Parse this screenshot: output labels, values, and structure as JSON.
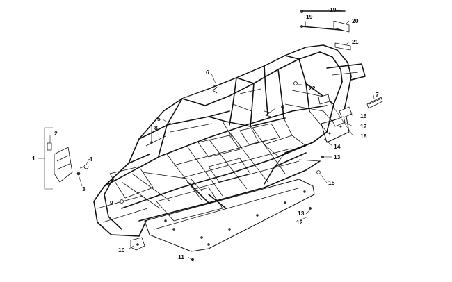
{
  "callouts": {
    "c1": "1",
    "c2": "2",
    "c3": "3",
    "c4": "4",
    "c5": "5",
    "c6a": "6",
    "c6b": "6",
    "c7": "7",
    "c8": "8",
    "c9": "9",
    "c10": "10",
    "c11": "11",
    "c12": "12",
    "c13a": "13",
    "c13b": "13",
    "c14": "14",
    "c15": "15",
    "c16": "16",
    "c17": "17",
    "c18": "18",
    "c19a": "19",
    "c19b": "19",
    "c20": "20",
    "c21": "21",
    "c22": "22"
  },
  "colors": {
    "line": "#111111",
    "background": "#ffffff"
  }
}
